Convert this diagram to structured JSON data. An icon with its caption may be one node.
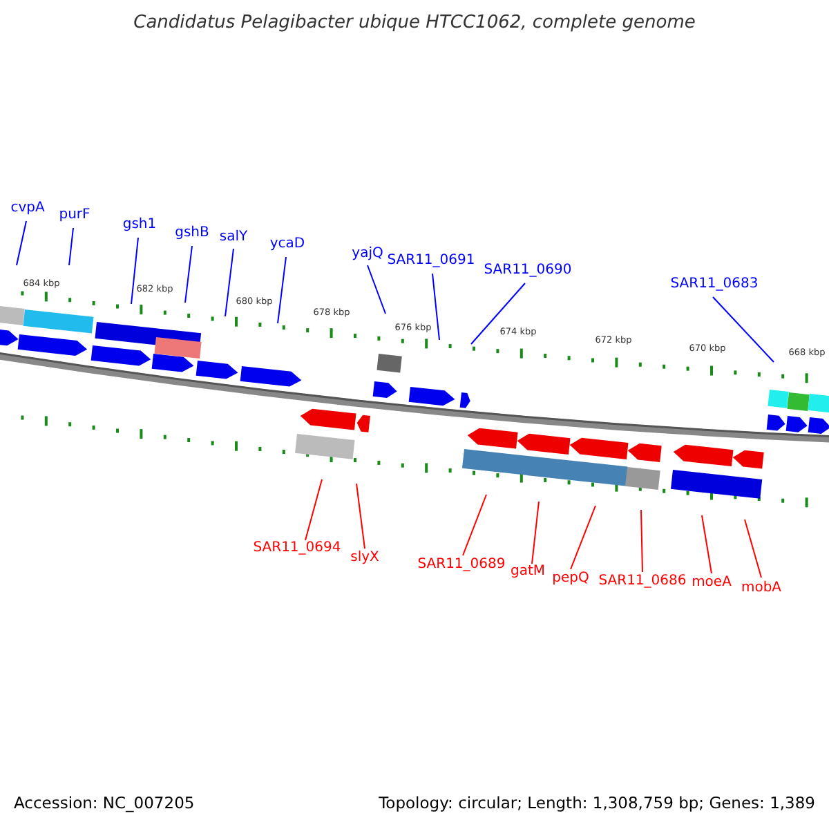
{
  "diagram": {
    "title": "Candidatus Pelagibacter ubique HTCC1062, complete genome",
    "nodes": [
      {
        "text": [
          "cvpA"
        ]
      },
      {
        "text": [
          "purF"
        ]
      },
      {
        "text": [
          "gsh1"
        ]
      },
      {
        "text": [
          "gshB"
        ]
      },
      {
        "text": [
          "salY"
        ]
      },
      {
        "text": [
          "ycaD"
        ]
      },
      {
        "text": [
          "yajQ"
        ]
      },
      {
        "text": [
          "SAR11_0691"
        ]
      },
      {
        "text": [
          "SAR11_0690"
        ]
      },
      {
        "text": [
          "SAR11_0683"
        ]
      },
      {
        "text": [
          "SAR11_0694"
        ]
      },
      {
        "text": [
          "slyX"
        ]
      },
      {
        "text": [
          "SAR11_0689"
        ]
      },
      {
        "text": [
          "gatM"
        ]
      },
      {
        "text": [
          "pepQ"
        ]
      },
      {
        "text": [
          "SAR11_0686"
        ]
      },
      {
        "text": [
          "moeA"
        ]
      },
      {
        "text": [
          "mobA"
        ]
      }
    ],
    "edges": [
      {
        "from": 0,
        "to": null,
        "arrow": "none"
      },
      {
        "from": 1,
        "to": null,
        "arrow": "none"
      },
      {
        "from": 2,
        "to": null,
        "arrow": "none"
      },
      {
        "from": 3,
        "to": null,
        "arrow": "none"
      },
      {
        "from": 4,
        "to": null,
        "arrow": "none"
      },
      {
        "from": 5,
        "to": null,
        "arrow": "none"
      },
      {
        "from": 6,
        "to": null,
        "arrow": "none"
      },
      {
        "from": 7,
        "to": null,
        "arrow": "none"
      },
      {
        "from": 8,
        "to": null,
        "arrow": "none"
      },
      {
        "from": 9,
        "to": null,
        "arrow": "none"
      },
      {
        "from": 10,
        "to": null,
        "arrow": "none",
        "color": "#ff0000"
      },
      {
        "from": 11,
        "to": null,
        "arrow": "none",
        "color": "#ff0000"
      },
      {
        "from": 12,
        "to": null,
        "arrow": "none",
        "color": "#ff0000"
      },
      {
        "from": 13,
        "to": null,
        "arrow": "none",
        "color": "#ff0000"
      },
      {
        "from": 14,
        "to": null,
        "arrow": "none",
        "color": "#ff0000"
      },
      {
        "from": 15,
        "to": null,
        "arrow": "none",
        "color": "#ff0000"
      },
      {
        "from": 16,
        "to": null,
        "arrow": "none",
        "color": "#ff0000"
      },
      {
        "from": 17,
        "to": null,
        "arrow": "none",
        "color": "#ff0000"
      }
    ],
    "labels": [
      "684 kbp",
      "682 kbp",
      "680 kbp",
      "678 kbp",
      "676 kbp",
      "674 kbp",
      "672 kbp",
      "670 kbp",
      "668 kbp",
      "Accession: NC_007205",
      "Topology: circular; Length: 1,308,759 bp; Genes: 1,389"
    ]
  }
}
